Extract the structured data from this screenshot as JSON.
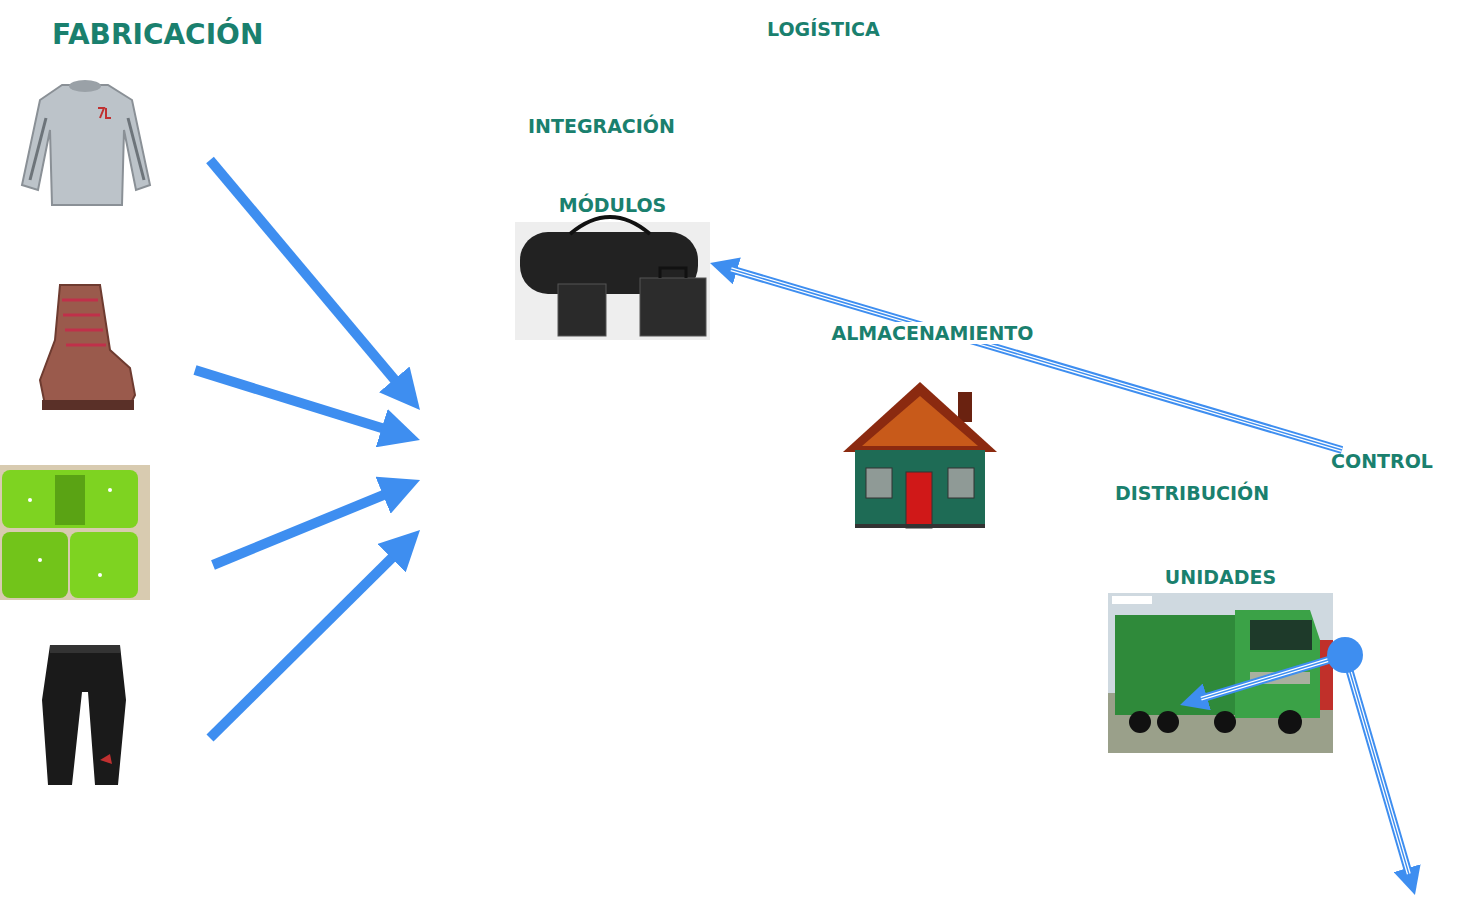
{
  "diagram": {
    "title": "FABRICACIÓN",
    "nodes": [
      {
        "text": [
          "MÓDULOS"
        ]
      },
      {
        "text": [
          "ALMACENAMIENTO"
        ]
      },
      {
        "text": [
          "CONTROL"
        ]
      },
      {
        "text": [
          "UNIDADES"
        ]
      }
    ],
    "edges": [
      {
        "from": 2,
        "to": 0,
        "arrow": "to"
      }
    ],
    "labels": [
      "LOGÍSTICA",
      "INTEGRACIÓN",
      "DISTRIBUCIÓN"
    ]
  }
}
